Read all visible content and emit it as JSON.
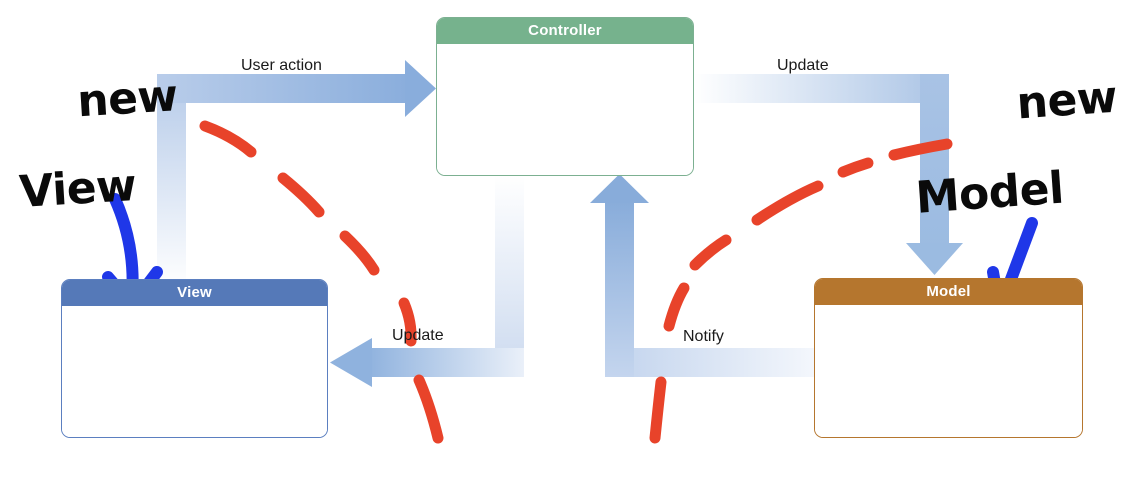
{
  "diagram": {
    "title": "MVC pattern flow diagram with handwritten annotations",
    "background_color": "#ffffff",
    "nodes": [
      {
        "id": "controller",
        "label": "Controller",
        "header_color": "#76b28d",
        "border_color": "#7cb091"
      },
      {
        "id": "view",
        "label": "View",
        "header_color": "#5579b8",
        "border_color": "#5b7fc0"
      },
      {
        "id": "model",
        "label": "Model",
        "header_color": "#b5762e",
        "border_color": "#b5762e"
      }
    ],
    "flows": [
      {
        "id": "user-action",
        "label": "User action",
        "from": "view",
        "to": "controller",
        "color": "#8fb0dd"
      },
      {
        "id": "update-top",
        "label": "Update",
        "from": "controller",
        "to": "model",
        "color": "#8fb0dd"
      },
      {
        "id": "update-bottom",
        "label": "Update",
        "from": "controller",
        "to": "view",
        "color": "#8fb0dd"
      },
      {
        "id": "notify",
        "label": "Notify",
        "from": "model",
        "to": "controller",
        "color": "#8fb0dd"
      }
    ],
    "annotations": [
      {
        "id": "new-view",
        "line1": "new",
        "line2": "View",
        "ink_color": "#0a0a0a",
        "arrow_color": "#1f37e8",
        "points_to": "view"
      },
      {
        "id": "new-model",
        "line1": "new",
        "line2": "Model",
        "ink_color": "#0a0a0a",
        "arrow_color": "#1f37e8",
        "points_to": "model"
      }
    ],
    "highlight_strokes": {
      "color": "#e8432a",
      "style": "dashed-curve",
      "count": 2,
      "description": "two red hand-drawn dashed arcs separating the diagram"
    }
  }
}
